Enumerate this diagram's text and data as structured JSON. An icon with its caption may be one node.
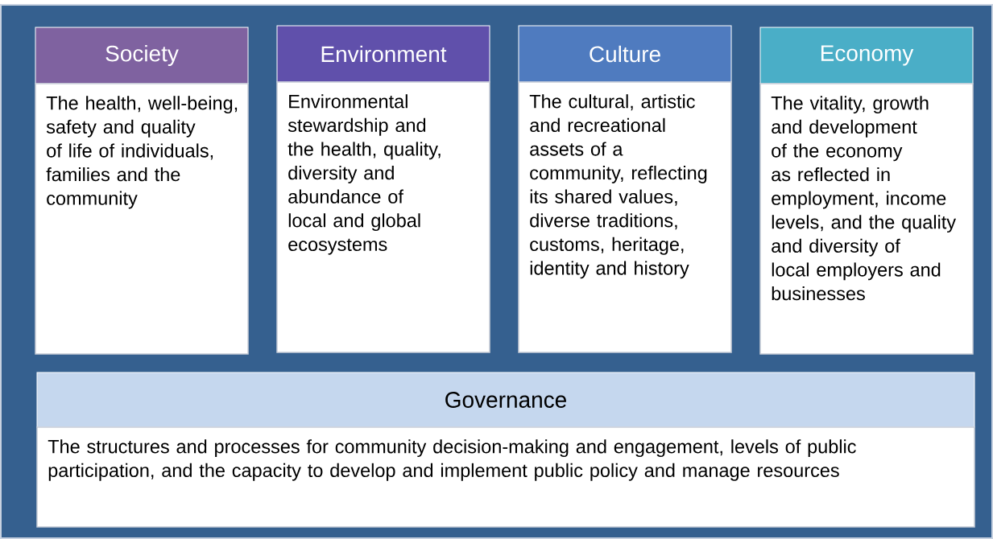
{
  "diagram": {
    "nodes": [
      {
        "text": [
          "Society",
          "The health, well-being, safety and quality of life of individuals, families and the community"
        ]
      },
      {
        "text": [
          "Environment",
          "Environmental stewardship and the health, quality, diversity and abundance of local and global ecosystems"
        ]
      },
      {
        "text": [
          "Culture",
          "The cultural, artistic and recreational assets of a community, reflecting its shared values, diverse traditions, customs, heritage, identity and history"
        ]
      },
      {
        "text": [
          "Economy",
          "The vitality, growth and development of the economy as reflected in employment, income levels, and the quality and diversity of local employers and businesses"
        ]
      },
      {
        "text": [
          "Governance",
          "The structures and processes for community decision-making and engagement, levels of public participation, and the capacity to develop and implement public policy and manage resources"
        ]
      }
    ]
  }
}
